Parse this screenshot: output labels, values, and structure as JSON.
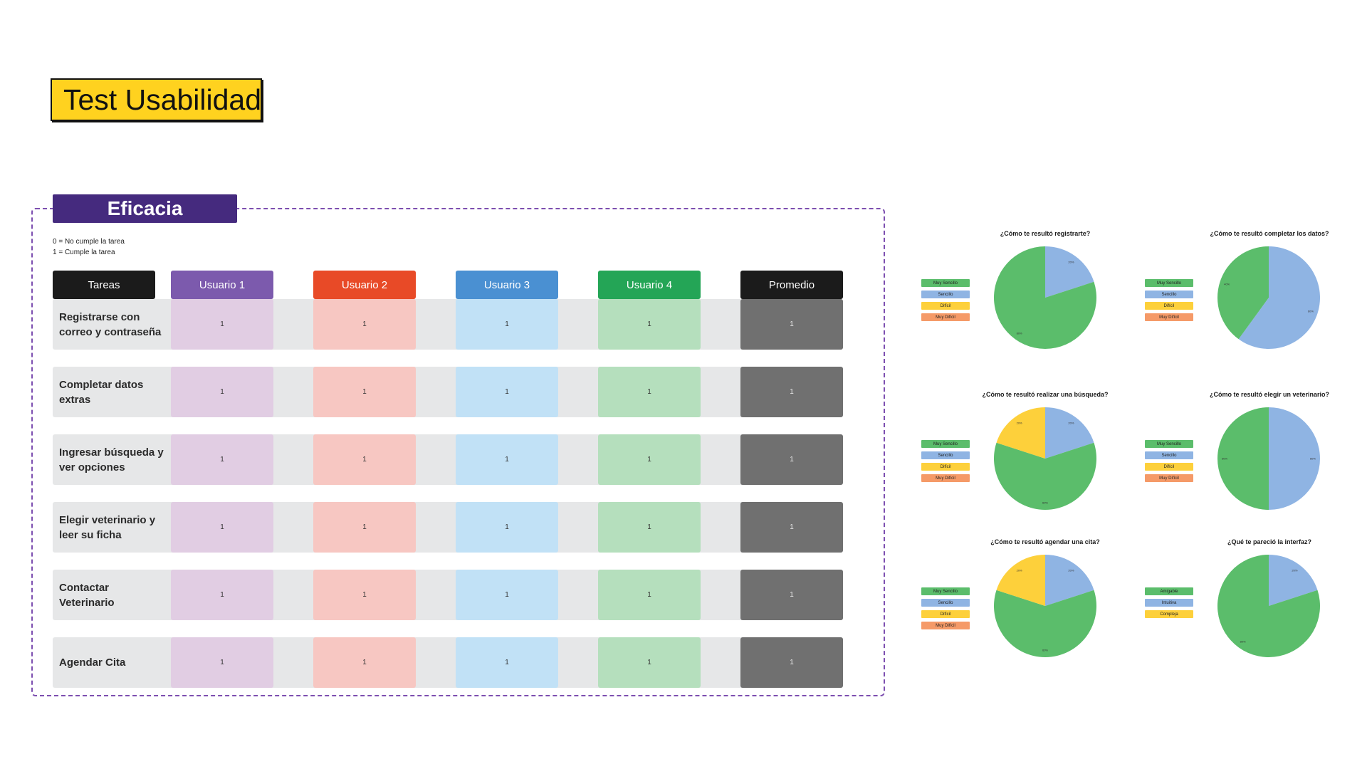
{
  "page_title": "Test Usabilidad",
  "section": {
    "title": "Eficacia",
    "legend": [
      "0 = No cumple la tarea",
      "1 = Cumple la tarea"
    ]
  },
  "table": {
    "headers": [
      "Tareas",
      "Usuario 1",
      "Usuario 2",
      "Usuario 3",
      "Usuario 4",
      "Promedio"
    ],
    "rows": [
      {
        "task": "Registrarse con correo y contraseña",
        "values": [
          "1",
          "1",
          "1",
          "1",
          "1"
        ]
      },
      {
        "task": "Completar datos extras",
        "values": [
          "1",
          "1",
          "1",
          "1",
          "1"
        ]
      },
      {
        "task": "Ingresar búsqueda y ver opciones",
        "values": [
          "1",
          "1",
          "1",
          "1",
          "1"
        ]
      },
      {
        "task": "Elegir veterinario y leer su ficha",
        "values": [
          "1",
          "1",
          "1",
          "1",
          "1"
        ]
      },
      {
        "task": "Contactar Veterinario",
        "values": [
          "1",
          "1",
          "1",
          "1",
          "1"
        ]
      },
      {
        "task": "Agendar Cita",
        "values": [
          "1",
          "1",
          "1",
          "1",
          "1"
        ]
      }
    ]
  },
  "colors": {
    "muy_sencillo": "#5bbd6b",
    "sencillo": "#8fb4e3",
    "dificil": "#fdd03b",
    "muy_dificil": "#f59a68"
  },
  "chart_data": [
    {
      "type": "pie",
      "title": "¿Cómo te resultó registrarte?",
      "legend": [
        "Muy Sencillo",
        "Sencillo",
        "Difícil",
        "Muy Difícil"
      ],
      "slices": [
        {
          "label": "Sencillo",
          "value": 20,
          "display": "20%",
          "color": "#8fb4e3"
        },
        {
          "label": "Muy Sencillo",
          "value": 80,
          "display": "80%",
          "color": "#5bbd6b"
        }
      ]
    },
    {
      "type": "pie",
      "title": "¿Cómo te resultó completar los datos?",
      "legend": [
        "Muy Sencillo",
        "Sencillo",
        "Difícil",
        "Muy Difícil"
      ],
      "slices": [
        {
          "label": "Sencillo",
          "value": 60,
          "display": "60%",
          "color": "#8fb4e3"
        },
        {
          "label": "Muy Sencillo",
          "value": 40,
          "display": "40%",
          "color": "#5bbd6b"
        }
      ]
    },
    {
      "type": "pie",
      "title": "¿Cómo te resultó realizar una búsqueda?",
      "legend": [
        "Muy Sencillo",
        "Sencillo",
        "Difícil",
        "Muy Difícil"
      ],
      "slices": [
        {
          "label": "Sencillo",
          "value": 20,
          "display": "20%",
          "color": "#8fb4e3"
        },
        {
          "label": "Muy Sencillo",
          "value": 60,
          "display": "60%",
          "color": "#5bbd6b"
        },
        {
          "label": "Difícil",
          "value": 20,
          "display": "20%",
          "color": "#fdd03b"
        }
      ]
    },
    {
      "type": "pie",
      "title": "¿Cómo te resultó elegir un veterinario?",
      "legend": [
        "Muy Sencillo",
        "Sencillo",
        "Difícil",
        "Muy Difícil"
      ],
      "slices": [
        {
          "label": "Sencillo",
          "value": 50,
          "display": "50%",
          "color": "#8fb4e3"
        },
        {
          "label": "Muy Sencillo",
          "value": 50,
          "display": "50%",
          "color": "#5bbd6b"
        }
      ]
    },
    {
      "type": "pie",
      "title": "¿Cómo te resultó agendar una cita?",
      "legend": [
        "Muy Sencillo",
        "Sencillo",
        "Difícil",
        "Muy Difícil"
      ],
      "slices": [
        {
          "label": "Sencillo",
          "value": 20,
          "display": "20%",
          "color": "#8fb4e3"
        },
        {
          "label": "Muy Sencillo",
          "value": 60,
          "display": "60%",
          "color": "#5bbd6b"
        },
        {
          "label": "Difícil",
          "value": 20,
          "display": "20%",
          "color": "#fdd03b"
        }
      ]
    },
    {
      "type": "pie",
      "title": "¿Qué te pareció la interfaz?",
      "legend": [
        "Amigable",
        "Intuitiva",
        "Compleja"
      ],
      "slices": [
        {
          "label": "Intuitiva",
          "value": 20,
          "display": "20%",
          "color": "#8fb4e3"
        },
        {
          "label": "Amigable",
          "value": 80,
          "display": "80%",
          "color": "#5bbd6b"
        }
      ]
    }
  ]
}
